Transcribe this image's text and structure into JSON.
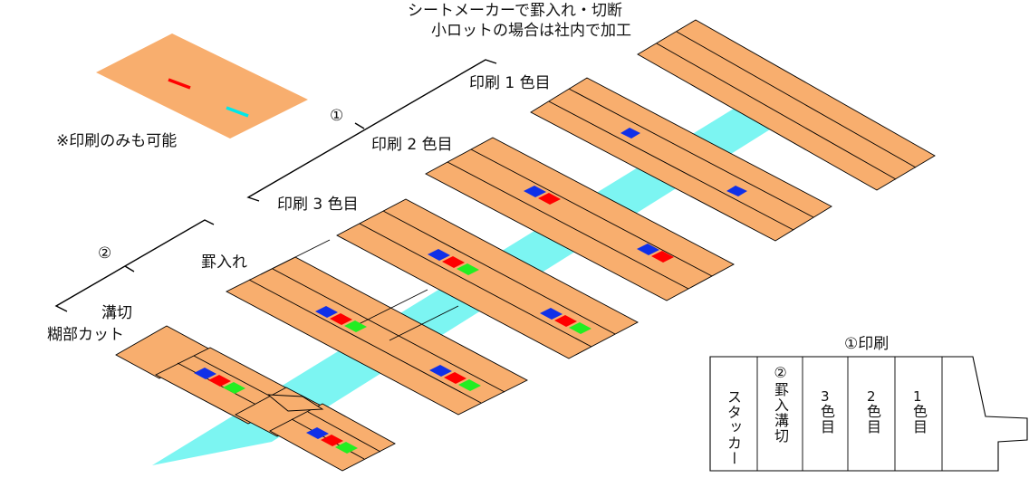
{
  "labels": {
    "top_note_line1": "シートメーカーで罫入れ・切断",
    "top_note_line2": "小ロットの場合は社内で加工",
    "print_only": "※印刷のみも可能",
    "step1_marker": "①",
    "step2_marker": "②",
    "print_color1": "印刷 1 色目",
    "print_color2": "印刷 2 色目",
    "print_color3": "印刷 3 色目",
    "creasing": "罫入れ",
    "slotting": "溝切",
    "glue_cut": "糊部カット"
  },
  "machine": {
    "title": "①印刷",
    "stacker": "スタッカー",
    "crease_slot": "②罫入溝切",
    "color3_num": "3",
    "color3_label": "色目",
    "color2_num": "2",
    "color2_label": "色目",
    "color1_num": "1",
    "color1_label": "色目"
  },
  "colors": {
    "board": "#F8AE6E",
    "conveyor": "#7CF5F2",
    "ink_red": "#FF0000",
    "ink_blue": "#1030E8",
    "ink_green": "#22EE22",
    "ink_cyan": "#00E8E8",
    "line": "#000000"
  }
}
